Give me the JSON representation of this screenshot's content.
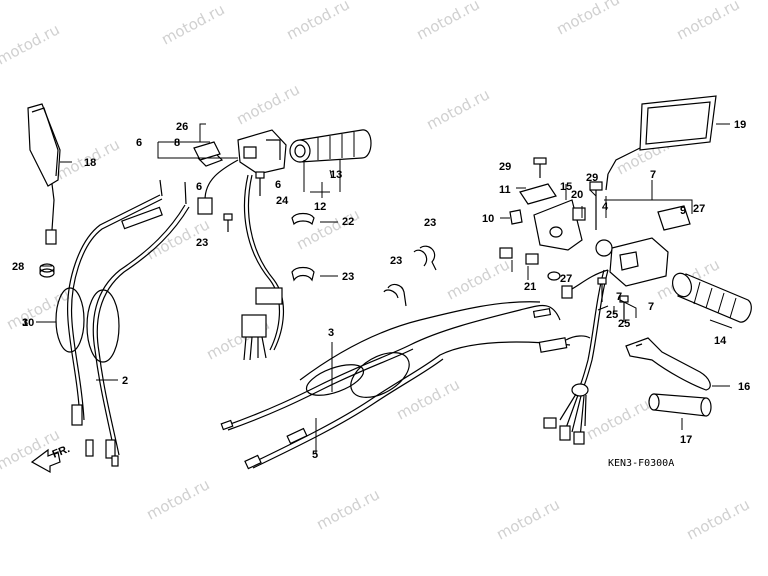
{
  "watermark": "motod.ru",
  "diagram_code": "KEN3-F0300A",
  "front_arrow_label": "FR.",
  "labels": [
    "1",
    "2",
    "3",
    "5",
    "4",
    "6",
    "6",
    "6",
    "7",
    "7",
    "7",
    "8",
    "9",
    "10",
    "11",
    "12",
    "13",
    "14",
    "15",
    "16",
    "17",
    "18",
    "19",
    "20",
    "21",
    "22",
    "23",
    "23",
    "23",
    "23",
    "24",
    "25",
    "25",
    "26",
    "27",
    "27",
    "28",
    "29",
    "29",
    "30"
  ]
}
